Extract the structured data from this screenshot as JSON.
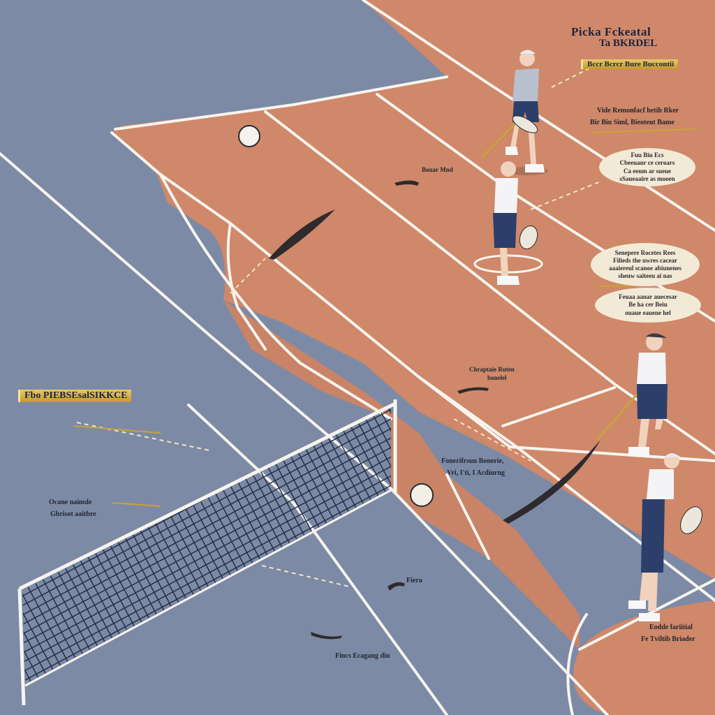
{
  "colors": {
    "court_outer": "#7d8aa5",
    "court_clay": "#cf8869",
    "line_white": "#f7f4ef",
    "player_shirt": "#f4f4f6",
    "player_shorts": "#2b3f6a",
    "accent_gold": "#c9a23a",
    "bubble_bg": "#f2ead6"
  },
  "labels": {
    "title_line1": "Pickа Fckeatal",
    "title_line2": "Ta BKRDEL",
    "title_banner": "Bccr Bcrcr Bure Buccontii",
    "caption_1_line1": "Vide Remonfacf hetih Rker",
    "caption_1_line2": "Bir Bin Siml, Bieoteut Bame",
    "mark_upper": "Bouar Mnd",
    "left_banner": "Fbo PIEBSEsalSIKKCE",
    "left_caption_line1": "Ocane naimde",
    "left_caption_line2": "Gbrisot aaitbre",
    "center_caption_line1": "Chraptaie Ruten",
    "center_caption_line2": "bonelel",
    "right_mid_line1": "Fonerifrsun Bonerie,",
    "right_mid_line2": "Vri, I'ti, I Acdiurng",
    "net_mark": "Fiera",
    "bottom_caption": "Fincs Ecagang din",
    "bottom_right_line1": "Eodde fariitial",
    "bottom_right_line2": "Fe Tviltib Briader"
  },
  "bubbles": {
    "bubble_1": [
      "Fuu Biu Ecs",
      "Cbeeuanr ce ceroars",
      "Ca eenm ar sueue",
      "sSaueaaire as mooen"
    ],
    "bubble_2": [
      "Senepere Rocetes Rees",
      "Filieds the uwres cacear",
      "aaaiereul scanoe abiunenes",
      "sheuw saiteeu ai nas"
    ],
    "bubble_3": [
      "Feuaa aanar auecesar",
      "Be ha cer Beiu",
      "ouaue eauene hel"
    ]
  }
}
